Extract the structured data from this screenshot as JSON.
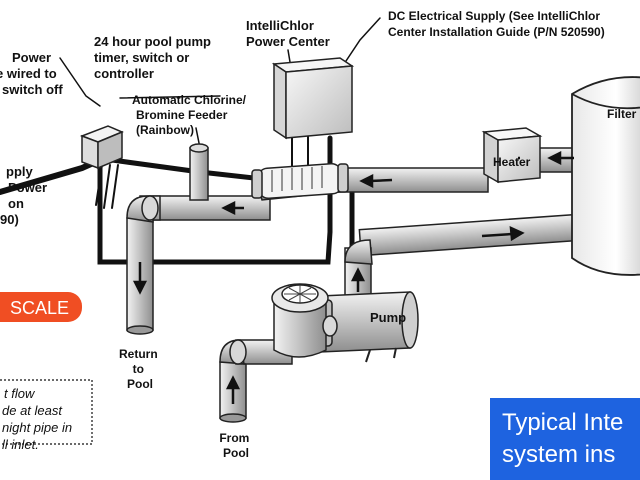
{
  "labels": {
    "power_left": [
      "Power",
      "e wired to",
      "switch off"
    ],
    "timer": [
      "24 hour pool pump",
      "timer, switch or",
      "controller"
    ],
    "power_center": [
      "IntelliChlor",
      "Power Center"
    ],
    "dc_supply": [
      "DC Electrical Supply (See IntelliChlor",
      "Center Installation Guide (P/N 520590)"
    ],
    "feeder": [
      "Automatic Chlorine/",
      "Bromine Feeder",
      "(Rainbow)"
    ],
    "supply_left": [
      "pply",
      "Power",
      "on",
      "90)"
    ],
    "filter": "Filter",
    "heater": "Heater",
    "pump": "Pump",
    "return_to_pool": [
      "Return",
      "to",
      "Pool"
    ],
    "from_pool": [
      "From",
      "Pool"
    ],
    "note": [
      "t flow",
      "de at least",
      "night pipe in",
      "ll inlet."
    ]
  },
  "badge": {
    "text": "SCALE",
    "color": "#f04e23"
  },
  "caption": {
    "lines": [
      "Typical Inte",
      "system ins"
    ],
    "color": "#1e63e0"
  },
  "colors": {
    "pipe_fill": "#c9c9c9",
    "pipe_stroke": "#222222",
    "wire": "#111111"
  }
}
